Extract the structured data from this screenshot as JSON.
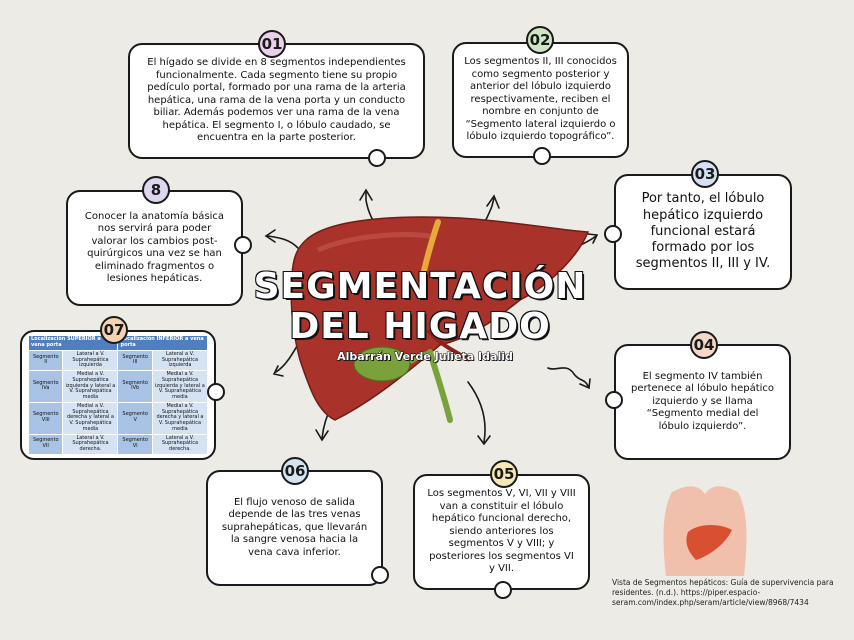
{
  "title": {
    "line1": "SEGMENTACIÓN",
    "line2": "DEL HIGADO"
  },
  "author": "Albarrán Verde Julieta Idalid",
  "nodes": [
    {
      "num": "01",
      "text": "El hígado se divide en 8 segmentos independientes funcionalmente. Cada segmento tiene su propio pedículo portal, formado por una rama de la arteria hepática, una rama de la vena porta y un conducto biliar. Además podemos ver una rama de la vena hepática. El segmento I, o lóbulo caudado, se encuentra en la parte posterior.",
      "color": "#ead0ea"
    },
    {
      "num": "02",
      "text": "Los segmentos II, III conocidos como segmento posterior y anterior del lóbulo izquierdo respectivamente, reciben el nombre en conjunto de “Segmento lateral izquierdo o lóbulo izquierdo topográfico”.",
      "color": "#cfe6c5"
    },
    {
      "num": "03",
      "text": "Por tanto, el lóbulo hepático izquierdo funcional estará formado por los segmentos II, III y IV.",
      "color": "#d5e0f2"
    },
    {
      "num": "04",
      "text": "El segmento IV también pertenece al lóbulo hepático izquierdo y se llama “Segmento medial del lóbulo izquierdo”.",
      "color": "#f1d8c8"
    },
    {
      "num": "05",
      "text": "Los segmentos V, VI, VII y VIII van a constituir el lóbulo hepático funcional derecho, siendo anteriores los segmentos V y VIII; y posteriores los segmentos VI y VII.",
      "color": "#f5e7b6"
    },
    {
      "num": "06",
      "text": "El flujo venoso de salida depende de las tres venas suprahepáticas, que llevarán la sangre venosa hacia la vena cava inferior.",
      "color": "#d3e4f2"
    },
    {
      "num": "07",
      "text": "",
      "color": "#f3d3b4"
    },
    {
      "num": "8",
      "text": "Conocer la anatomía básica nos servirá para poder valorar los cambios post-quirúrgicos una vez se han eliminado fragmentos o lesiones hepáticas.",
      "color": "#ded6ef"
    }
  ],
  "table": {
    "headers": [
      "Localización SUPERIOR a vena porta",
      "Localización INFERIOR a vena porta"
    ],
    "rows": [
      [
        "Segmento II",
        "Lateral a V. Suprahepática izquierda",
        "Segmento III",
        "Lateral a V. Suprahepática izquierda"
      ],
      [
        "Segmento IVa",
        "Medial a V. Suprahepática izquierda y lateral a V. Suprahepática media",
        "Segmento IVb",
        "Medial a V. Suprahepática izquierda y lateral a V. Suprahepática media"
      ],
      [
        "Segmento VIII",
        "Medial a V. Suprahepática derecha y lateral a V. Suprahepática media",
        "Segmento V",
        "Medial a V. Suprahepática derecha y lateral a V. Suprahepática media"
      ],
      [
        "Segmento VII",
        "Lateral a V. Suprahepática derecha.",
        "Segmento VI",
        "Lateral a V. Suprahepática derecha."
      ]
    ]
  },
  "reference": "Vista de Segmentos hepáticos: Guía de supervivencia para residentes. (n.d.). https://piper.espacio-seram.com/index.php/seram/article/view/8968/7434",
  "colors": {
    "liver": "#a9322a",
    "gallbladder": "#7aa23a",
    "background": "#ecebe6",
    "skin": "#f0c0ad"
  }
}
